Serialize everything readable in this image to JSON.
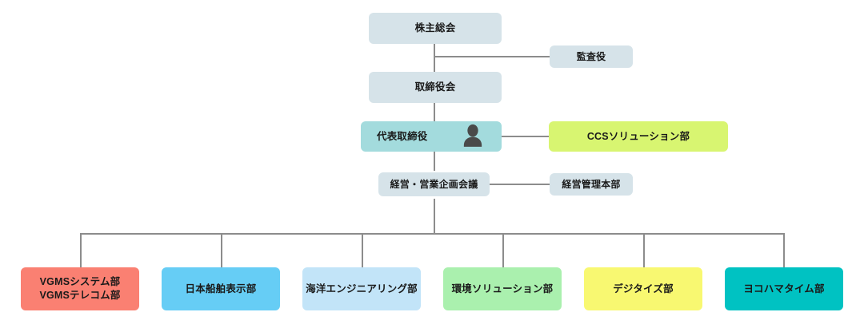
{
  "chart": {
    "title": "",
    "type": "organization-chart"
  },
  "colors": {
    "management_box": "#d6e3e9",
    "executive_box": "#a3dbdd",
    "connector_line": "#8c8c8c",
    "text": "#1a1a1a",
    "background": "#ffffff",
    "ccs_box": "#d8f571",
    "dept_vgms": "#fa8072",
    "dept_nihon": "#66cdf5",
    "dept_kaiyo": "#c2e4f8",
    "dept_kankyo": "#aaf0ae",
    "dept_digitize": "#f8f871",
    "dept_yokohama": "#00c2c2"
  },
  "nodes": {
    "shareholders_meeting": {
      "label": "株主総会"
    },
    "board_of_directors": {
      "label": "取締役会"
    },
    "representative_director": {
      "label": "代表取締役",
      "icon": "person-icon"
    },
    "management_sales_planning_meeting": {
      "label": "経営・営業企画会議"
    },
    "auditor": {
      "label": "監査役"
    },
    "ccs_solution_division": {
      "label": "CCSソリューション部"
    },
    "management_administration_hq": {
      "label": "経営管理本部"
    }
  },
  "departments": [
    {
      "label": "VGMSシステム部\nVGMSテレコム部",
      "color": "#fa8072",
      "name": "dept-vgms"
    },
    {
      "label": "日本船舶表示部",
      "color": "#66cdf5",
      "name": "dept-nihon-senpaku"
    },
    {
      "label": "海洋エンジニアリング部",
      "color": "#c2e4f8",
      "name": "dept-kaiyo-engineering"
    },
    {
      "label": "環境ソリューション部",
      "color": "#aaf0ae",
      "name": "dept-kankyo-solution"
    },
    {
      "label": "デジタイズ部",
      "color": "#f8f871",
      "name": "dept-digitize"
    },
    {
      "label": "ヨコハマタイム部",
      "color": "#00c2c2",
      "name": "dept-yokohama-maritime"
    }
  ]
}
